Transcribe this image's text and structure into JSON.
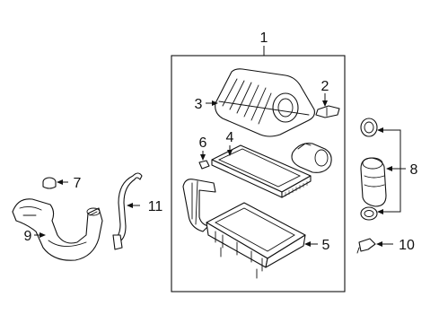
{
  "diagram": {
    "callouts": {
      "c1": "1",
      "c2": "2",
      "c3": "3",
      "c4": "4",
      "c5": "5",
      "c6": "6",
      "c7": "7",
      "c8": "8",
      "c9": "9",
      "c10": "10",
      "c11": "11"
    }
  },
  "colors": {
    "line": "#111111",
    "background": "#ffffff"
  }
}
